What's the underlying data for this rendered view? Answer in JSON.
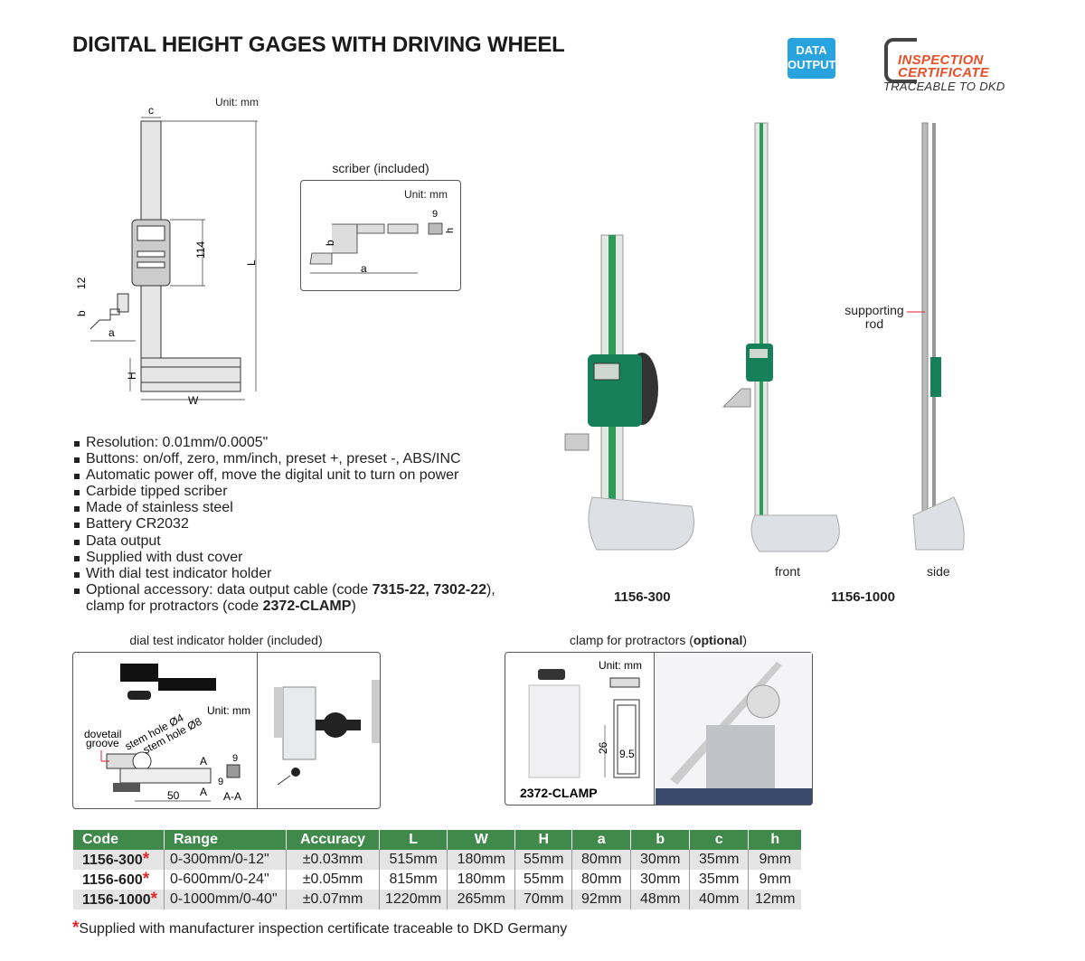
{
  "title": "DIGITAL HEIGHT GAGES WITH DRIVING WHEEL",
  "badges": {
    "data_output": [
      "DATA",
      "OUTPUT"
    ],
    "inspection_certificate": [
      "INSPECTION",
      "CERTIFICATE",
      "TRACEABLE TO DKD"
    ],
    "data_output_color": "#29a3dd",
    "certificate_color": "#e8502a"
  },
  "main_drawing": {
    "unit": "Unit: mm",
    "labels": {
      "c": "c",
      "L": "L",
      "dim114": "114",
      "dim12": "12",
      "b": "b",
      "a": "a",
      "H": "H",
      "W": "W"
    }
  },
  "scriber": {
    "caption": "scriber (included)",
    "unit": "Unit: mm",
    "labels": {
      "b": "b",
      "a": "a",
      "nine": "9",
      "h": "h"
    }
  },
  "features": [
    "Resolution: 0.01mm/0.0005\"",
    "Buttons: on/off, zero, mm/inch, preset +, preset -, ABS/INC",
    "Automatic power off, move the digital unit to turn on power",
    "Carbide tipped scriber",
    "Made of stainless steel",
    "Battery CR2032",
    "Data output",
    "Supplied with dust cover",
    "With dial test indicator holder"
  ],
  "optional_accessory": {
    "prefix": "Optional accessory: data output cable (code ",
    "codes1": "7315-22, 7302-22",
    "mid": "),",
    "line2_prefix": "clamp for protractors (code ",
    "code2": "2372-CLAMP",
    "suffix": ")"
  },
  "products": {
    "model1": "1156-300",
    "model2": "1156-1000",
    "front": "front",
    "side": "side",
    "supporting_rod": [
      "supporting",
      "rod"
    ]
  },
  "dial_holder": {
    "caption": "dial test indicator holder (included)",
    "unit": "Unit: mm",
    "labels": {
      "dovetail": [
        "dovetail",
        "groove"
      ],
      "hole4": "stem hole Ø4",
      "hole8": "stem hole Ø8",
      "A": "A",
      "fifty": "50",
      "nine": "9",
      "section": "A-A"
    }
  },
  "clamp": {
    "caption_prefix": "clamp for protractors (",
    "caption_bold": "optional",
    "caption_suffix": ")",
    "unit": "Unit: mm",
    "labels": {
      "d26": "26",
      "d95": "9.5"
    },
    "code": "2372-CLAMP"
  },
  "table": {
    "header_color": "#3f8a4a",
    "columns": [
      "Code",
      "Range",
      "Accuracy",
      "L",
      "W",
      "H",
      "a",
      "b",
      "c",
      "h"
    ],
    "rows": [
      [
        "1156-300",
        "0-300mm/0-12\"",
        "±0.03mm",
        "515mm",
        "180mm",
        "55mm",
        "80mm",
        "30mm",
        "35mm",
        "9mm"
      ],
      [
        "1156-600",
        "0-600mm/0-24\"",
        "±0.05mm",
        "815mm",
        "180mm",
        "55mm",
        "80mm",
        "30mm",
        "35mm",
        "9mm"
      ],
      [
        "1156-1000",
        "0-1000mm/0-40\"",
        "±0.07mm",
        "1220mm",
        "265mm",
        "70mm",
        "92mm",
        "48mm",
        "40mm",
        "12mm"
      ]
    ],
    "star": "*"
  },
  "footnote": {
    "star": "*",
    "text": "Supplied with manufacturer inspection certificate traceable to DKD Germany"
  }
}
